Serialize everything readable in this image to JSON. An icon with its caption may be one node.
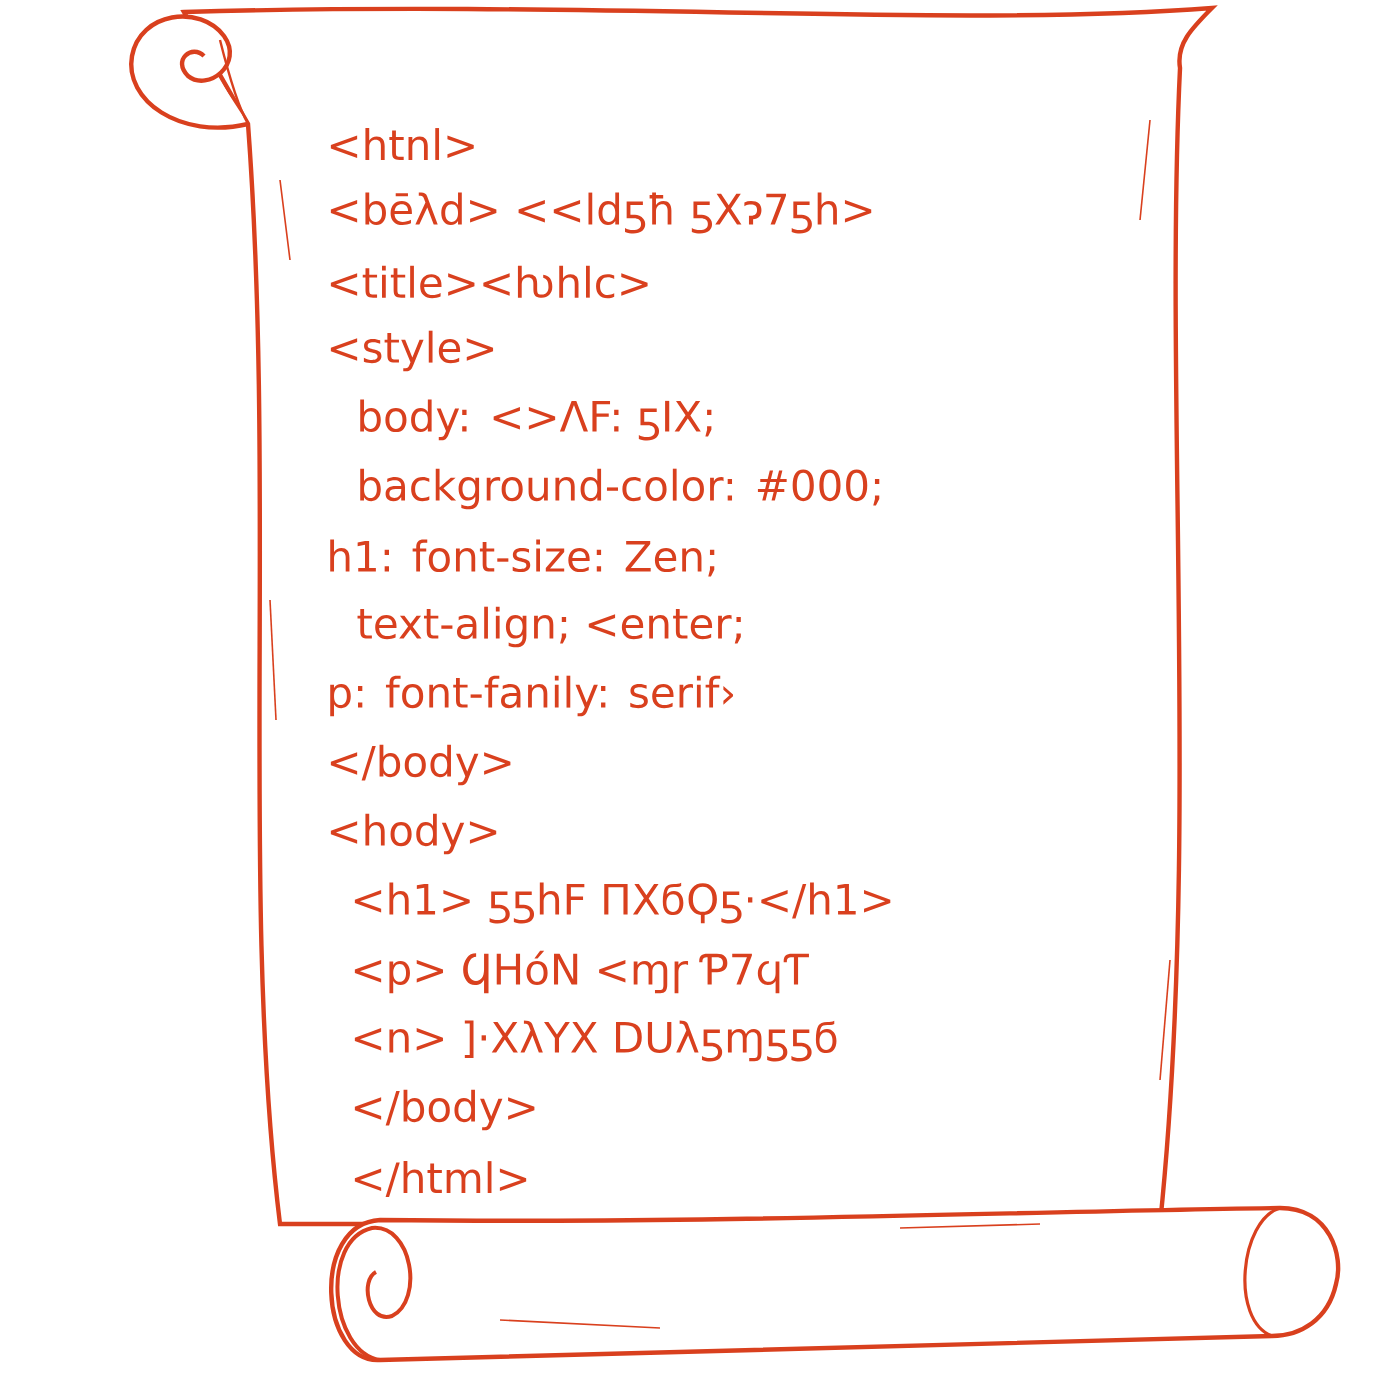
{
  "diagram": {
    "labels": [
      "<htnl>",
      "<bēλd> <<ldƽħ ƽXɂ7ƽh>",
      "<title><ƕhlc>",
      "<style>",
      "body: <>ΛF: ƽIX;",
      "background-color: #000;",
      "h1: font-size: Zen;",
      "text-align; <enter;",
      "p: font-fanily: serif›",
      "</body>",
      "<hody>",
      "<h1> ƽƽhF ΠXϭϘƽ·</h1>",
      "<p> ϤHόN <ɱɼ Ƥ7ϥƬ",
      "<n> ]·XλYX DUλƽɱƽƽϭ",
      "</body>",
      "</html>"
    ]
  }
}
